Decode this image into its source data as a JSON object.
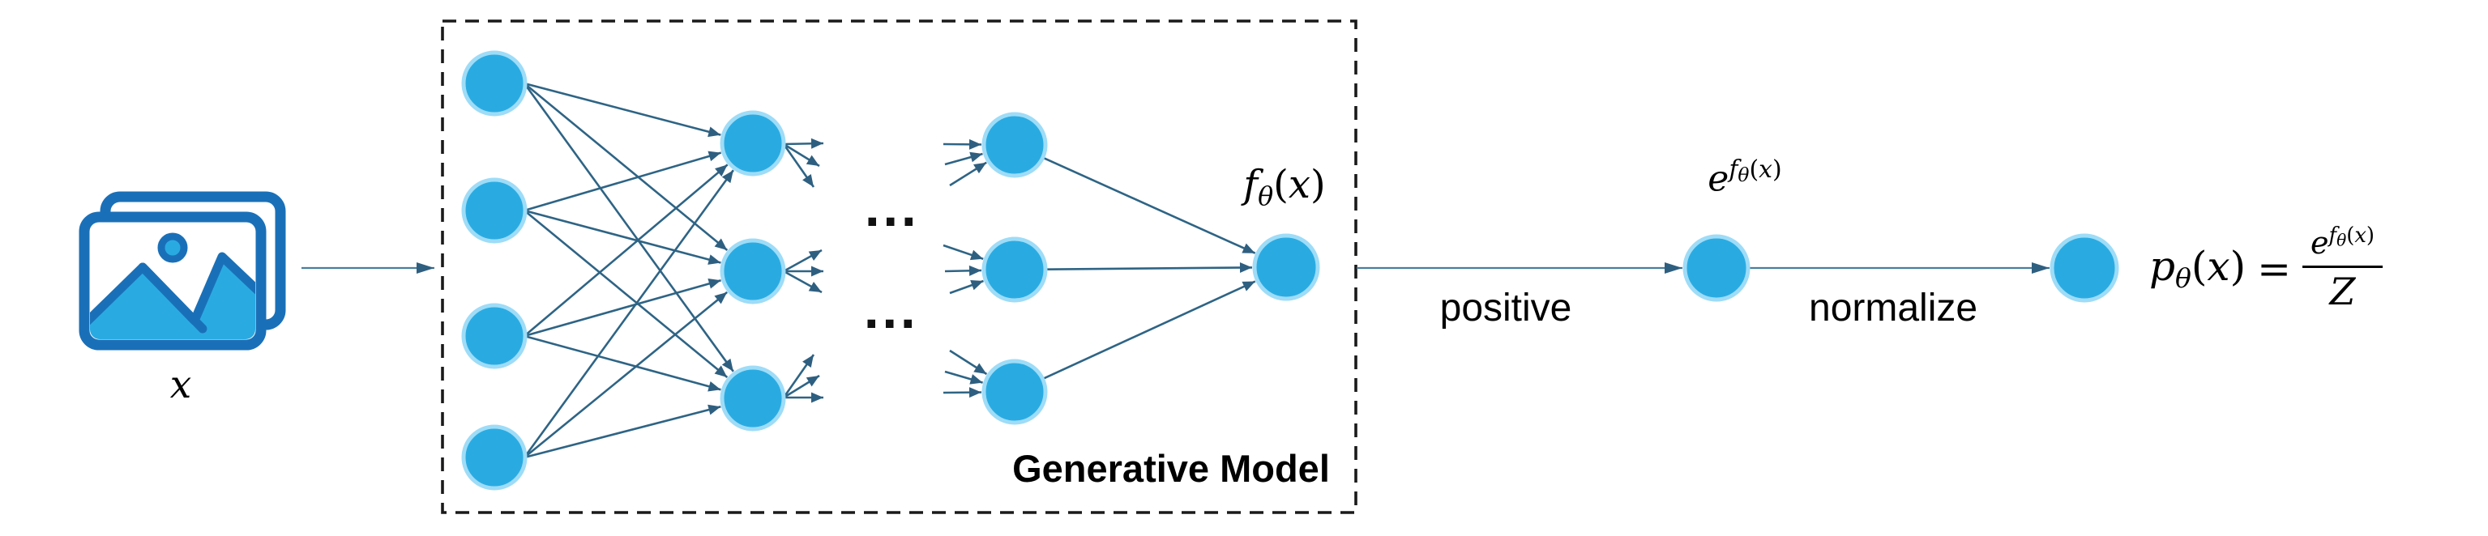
{
  "colors": {
    "node_fill": "#29abe2",
    "node_halo": "#9edcf7",
    "edge_line": "#2e6485",
    "connector_line": "#4a7d9e",
    "arrowhead": "#2e5f80",
    "box_border": "#1a1a1a",
    "icon_blue": "#1a70b8",
    "text": "#000000"
  },
  "icons": {
    "input": "photos-icon"
  },
  "labels": {
    "box_title": "Generative Model",
    "positive": "positive",
    "normalize": "normalize",
    "ellipsis": "..."
  },
  "math": {
    "x": "x",
    "f": "f",
    "theta": "θ",
    "lp": "(",
    "rp": ")",
    "e": "e",
    "p": "p",
    "eq": "=",
    "Z": "Z"
  },
  "network": {
    "input_nodes": 4,
    "hidden_nodes": 3,
    "penultimate_nodes": 3,
    "output_nodes": 1
  }
}
